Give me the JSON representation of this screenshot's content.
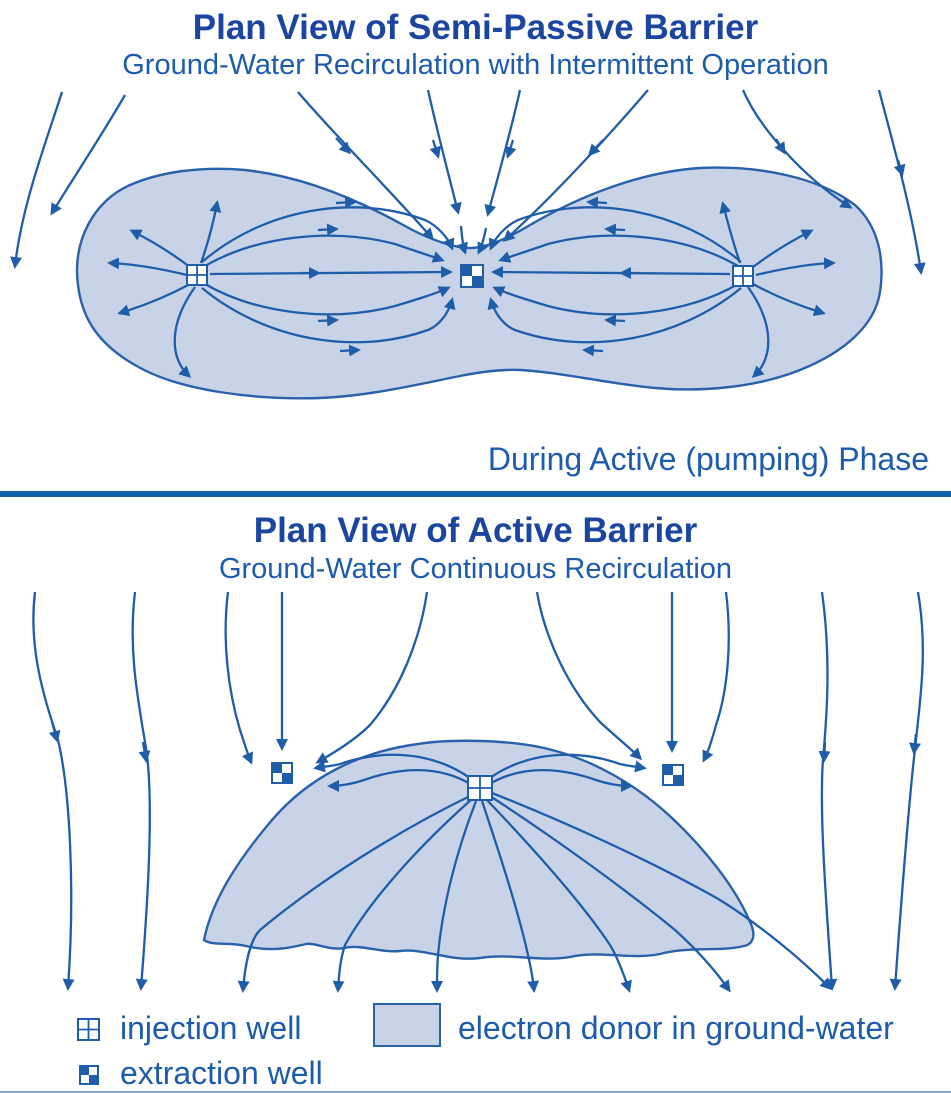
{
  "colors": {
    "accent": "#1f5da9",
    "region_fill": "#c9d3e8",
    "region_stroke": "#2a61ab",
    "title": "#1b45a0",
    "subtitle": "#1d5cad",
    "divider": "#1160a8",
    "background": "#ffffff"
  },
  "top_panel": {
    "title": "Plan View of Semi-Passive Barrier",
    "subtitle": "Ground-Water Recirculation with Intermittent Operation",
    "caption": "During Active (pumping) Phase"
  },
  "bottom_panel": {
    "title": "Plan View of Active Barrier",
    "subtitle": "Ground-Water Continuous Recirculation"
  },
  "legend": {
    "items": [
      {
        "icon": "injection-well-icon",
        "label": "injection well"
      },
      {
        "icon": "extraction-well-icon",
        "label": "extraction well"
      },
      {
        "icon": "electron-donor-swatch",
        "label": "electron donor in ground-water"
      }
    ]
  }
}
